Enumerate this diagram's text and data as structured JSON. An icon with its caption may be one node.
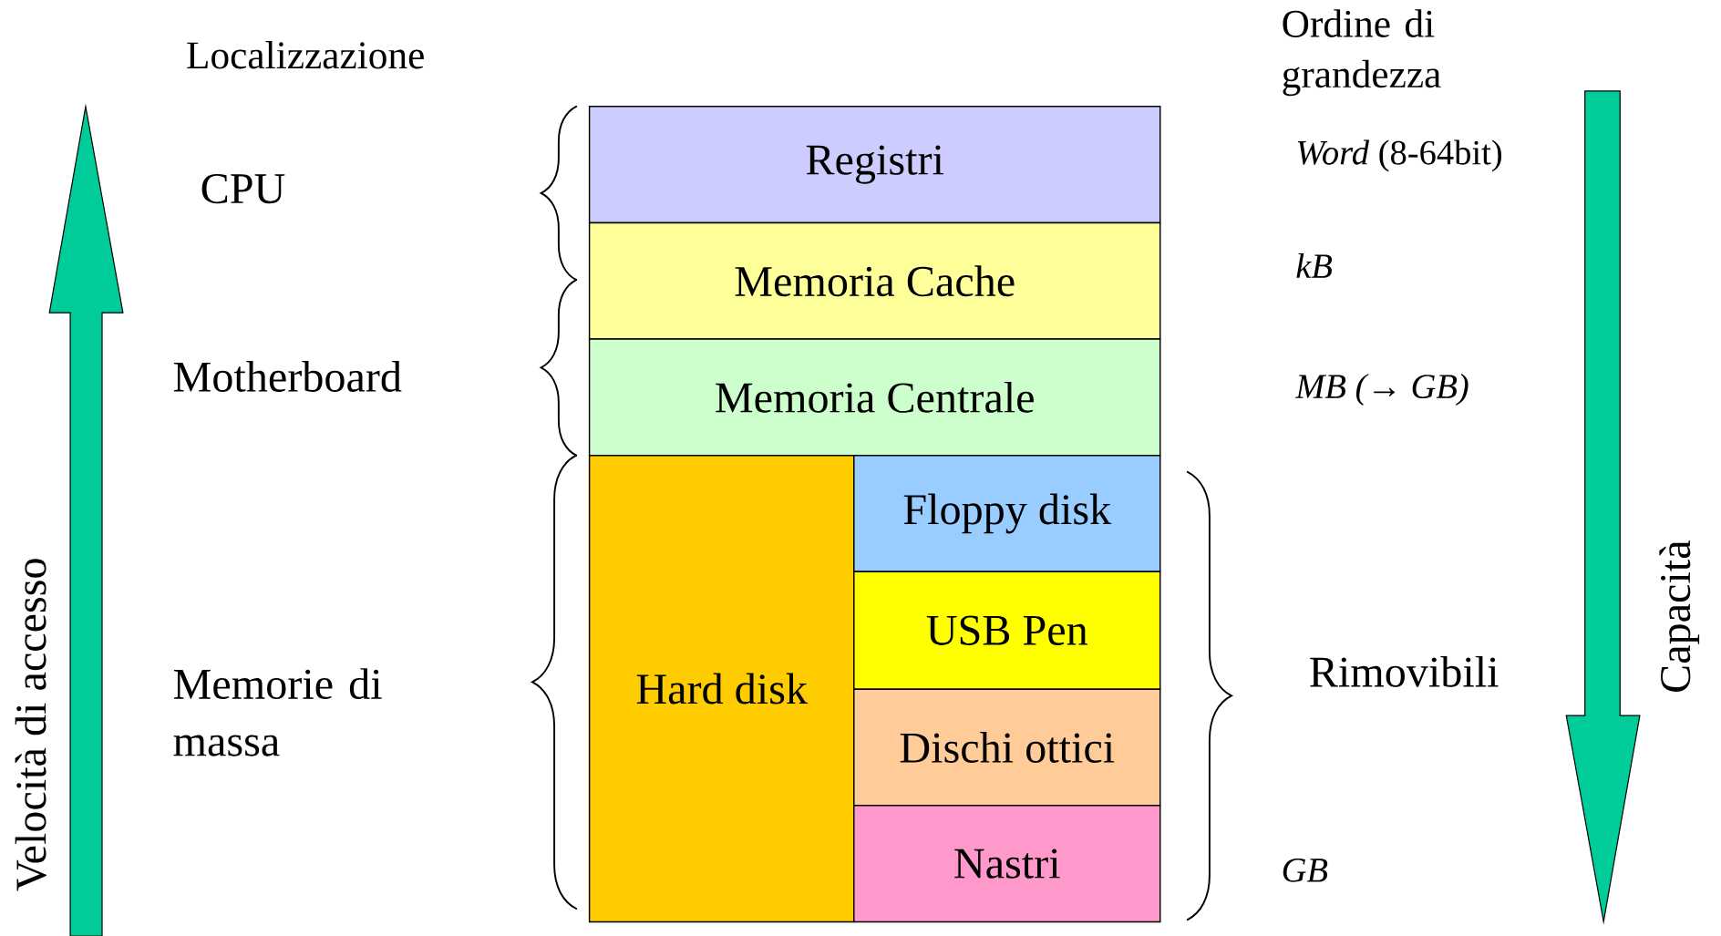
{
  "diagram": {
    "nodes": [
      {
        "text": [
          "Registri"
        ]
      },
      {
        "text": [
          "Memoria Cache"
        ]
      },
      {
        "text": [
          "Memoria Centrale"
        ]
      },
      {
        "text": [
          "Hard disk"
        ]
      },
      {
        "text": [
          "Floppy disk"
        ]
      },
      {
        "text": [
          "USB Pen"
        ]
      },
      {
        "text": [
          "Dischi ottici"
        ]
      },
      {
        "text": [
          "Nastri"
        ]
      }
    ],
    "labels": [
      "Localizzazione",
      "CPU",
      "Motherboard",
      "Memorie di massa",
      "Ordine di grandezza",
      "*Word* (8-64bit)",
      "kB",
      "MB (→ GB)",
      "GB",
      "Rimovibili",
      "Velocità di accesso",
      "Capacità"
    ]
  }
}
